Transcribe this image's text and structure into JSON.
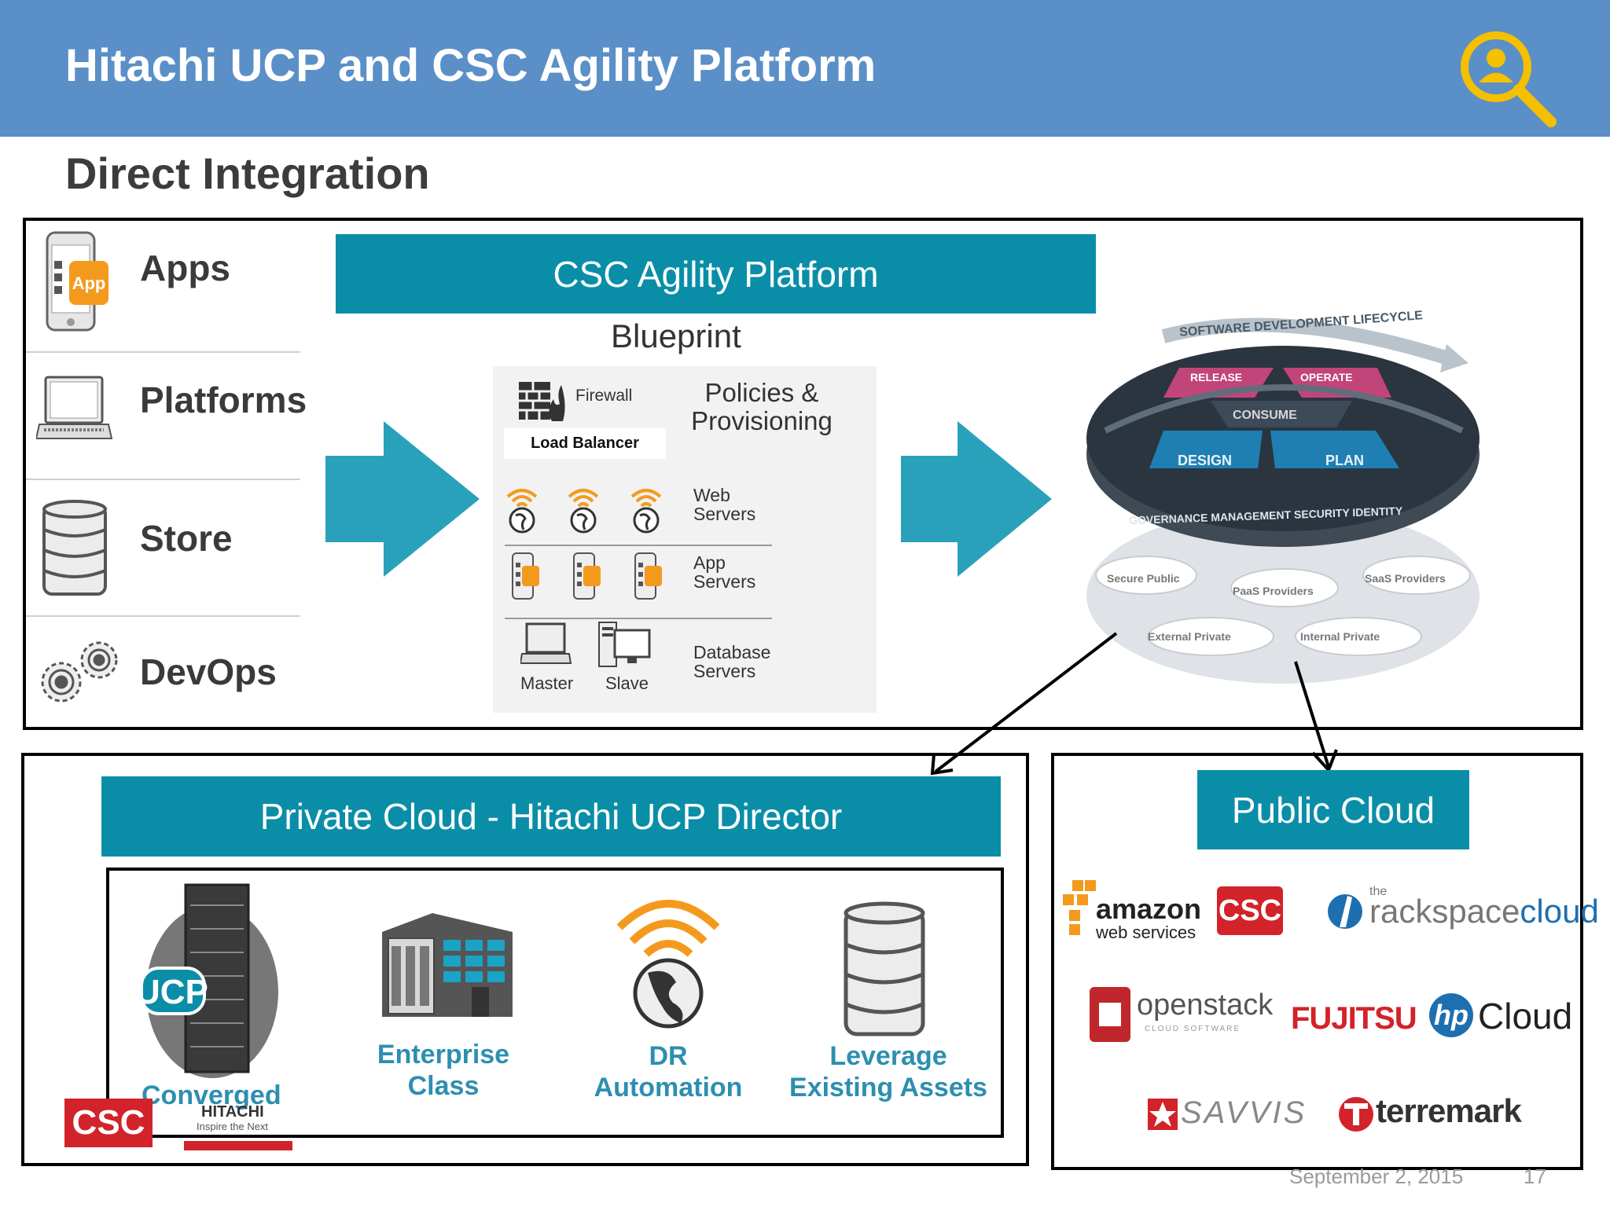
{
  "header": {
    "title": "Hitachi UCP and CSC Agility Platform",
    "subtitle": "Direct Integration",
    "bg_color": "#5b8fc7",
    "icon": "search-user-icon"
  },
  "categories": [
    {
      "label": "Apps",
      "icon": "app-phone-icon"
    },
    {
      "label": "Platforms",
      "icon": "laptop-icon"
    },
    {
      "label": "Store",
      "icon": "database-icon"
    },
    {
      "label": "DevOps",
      "icon": "gears-icon"
    }
  ],
  "agility": {
    "banner": "CSC Agility Platform",
    "blueprint": "Blueprint",
    "firewall": "Firewall",
    "load_balancer": "Load Balancer",
    "policies_line1": "Policies &",
    "policies_line2": "Provisioning",
    "web_servers_1": "Web",
    "web_servers_2": "Servers",
    "app_servers_1": "App",
    "app_servers_2": "Servers",
    "db_servers_1": "Database",
    "db_servers_2": "Servers",
    "master": "Master",
    "slave": "Slave"
  },
  "lifecycle": {
    "arc_label": "SOFTWARE DEVELOPMENT LIFECYCLE",
    "release": "RELEASE",
    "operate": "OPERATE",
    "consume": "CONSUME",
    "design": "DESIGN",
    "plan": "PLAN",
    "ring_label": "GOVERNANCE  MANAGEMENT  SECURITY  IDENTITY",
    "cloud_1": "Secure Public",
    "cloud_2": "PaaS Providers",
    "cloud_3": "SaaS Providers",
    "cloud_4": "External Private",
    "cloud_5": "Internal Private"
  },
  "private_cloud": {
    "banner": "Private Cloud - Hitachi UCP Director",
    "ucp": "UCP",
    "converged": "Converged",
    "hitachi": "HITACHI",
    "hitachi_tagline": "Inspire the Next",
    "csc_logo": "CSC",
    "enterprise_1": "Enterprise",
    "enterprise_2": "Class",
    "dr_1": "DR",
    "dr_2": "Automation",
    "leverage_1": "Leverage",
    "leverage_2": "Existing Assets",
    "label_color": "#2d8fb0"
  },
  "public_cloud": {
    "banner": "Public Cloud",
    "amazon_1": "amazon",
    "amazon_2": "web services",
    "csc": "CSC",
    "rackspace_the": "the",
    "rackspace_1": "rackspace",
    "rackspace_2": "cloud",
    "openstack": "openstack",
    "openstack_sub": "CLOUD SOFTWARE",
    "fujitsu": "FUJITSU",
    "hp": "hp",
    "hp_cloud": "Cloud",
    "savvis": "SAVVIS",
    "terremark": "terremark"
  },
  "footer": {
    "date": "September 2, 2015",
    "page": "17"
  },
  "colors": {
    "teal": "#0a8ea8",
    "arrow": "#2aa1bb",
    "header": "#5b8fc7",
    "accent_yellow": "#f4c000"
  }
}
